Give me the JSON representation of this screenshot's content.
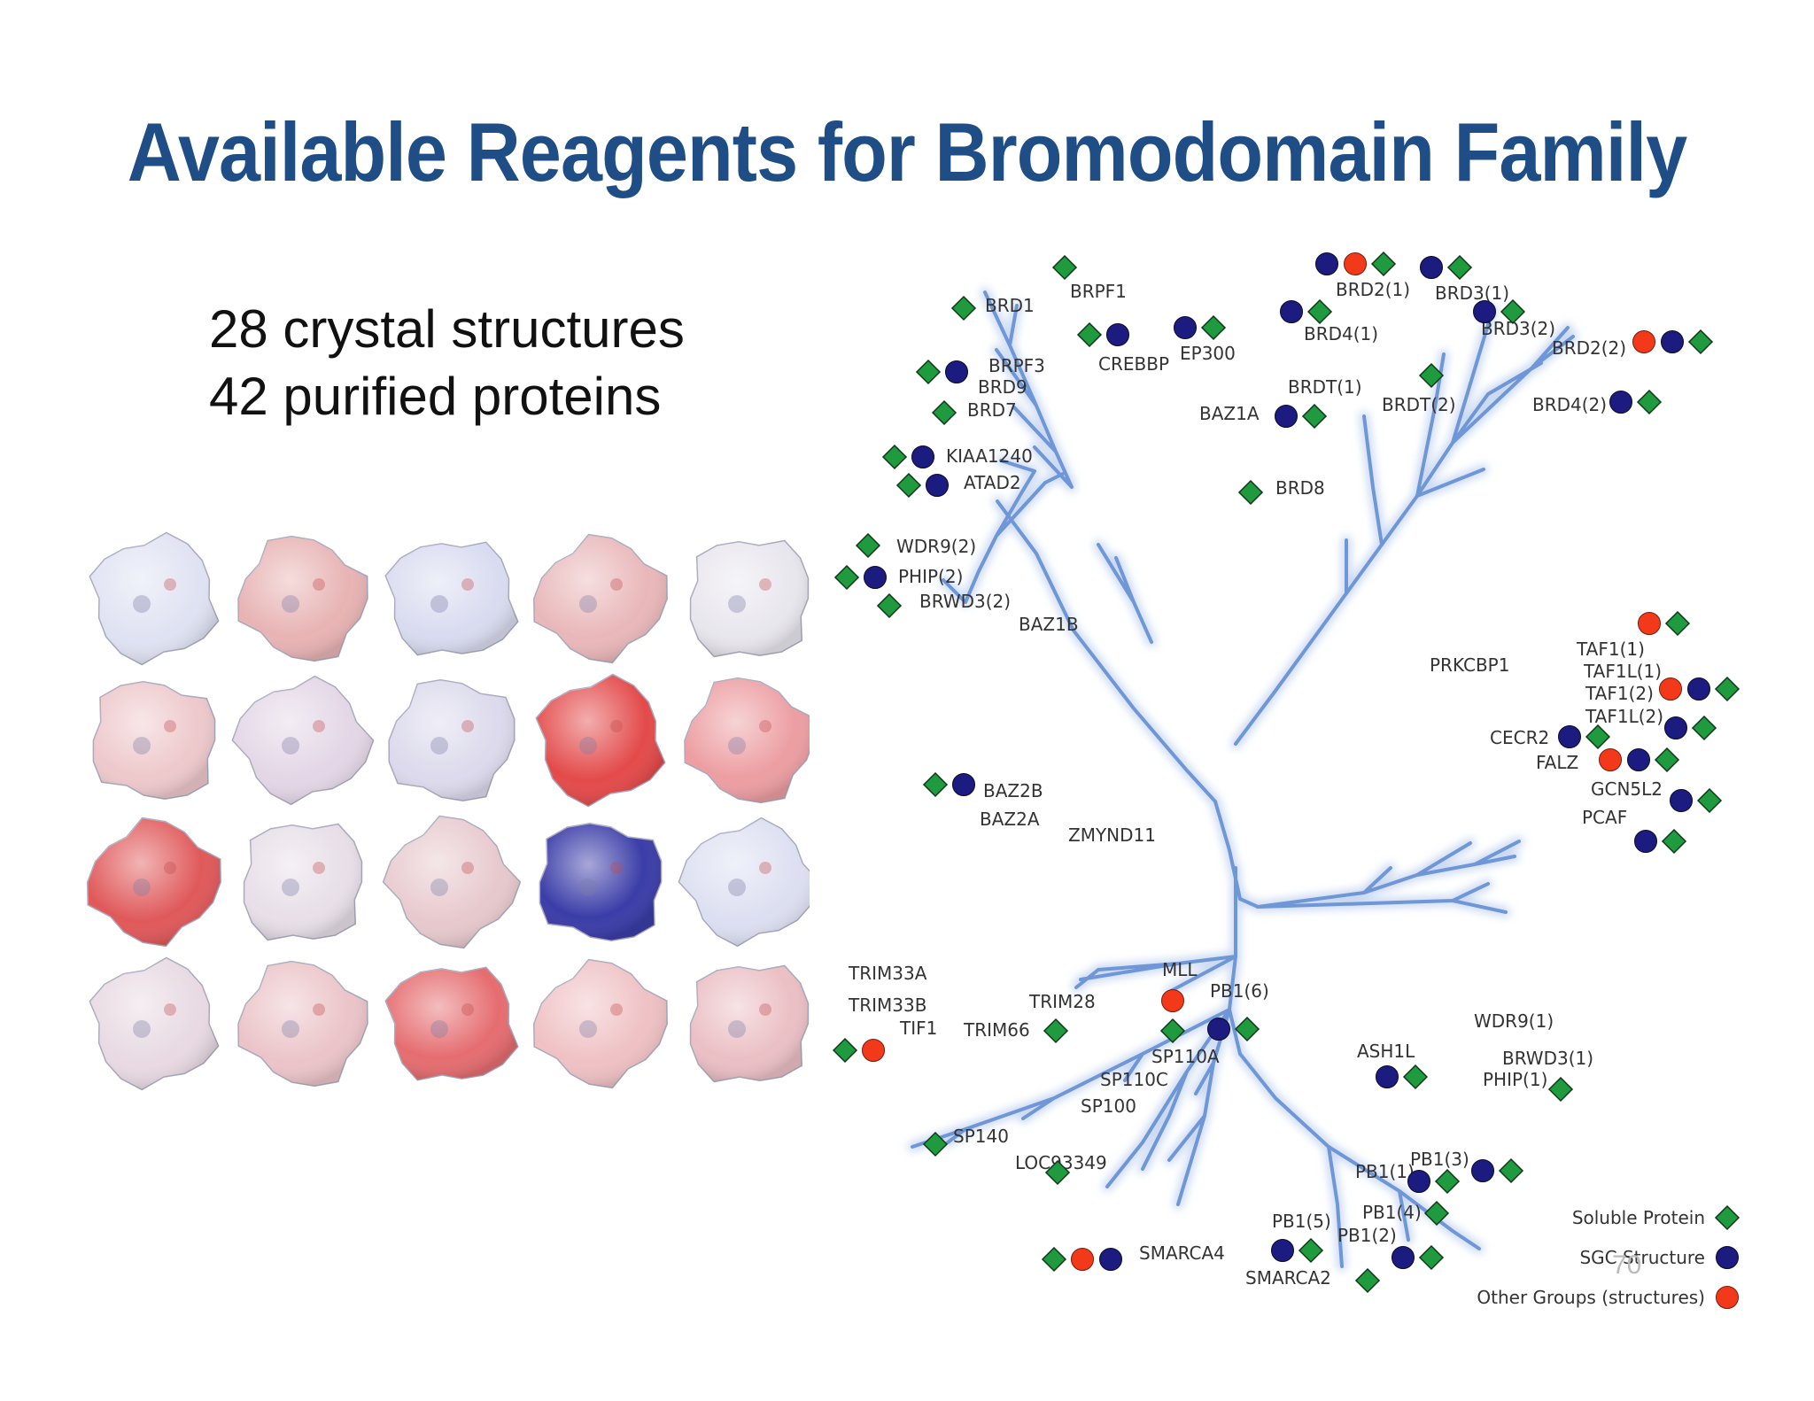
{
  "title": "Available Reagents for Bromodomain Family",
  "stats": [
    "28 crystal structures",
    "42 purified proteins"
  ],
  "page_number": "70",
  "colors": {
    "soluble": "#1f9a3e",
    "sgc": "#1c1c80",
    "other": "#f23a1a",
    "branch": "#6f96d6",
    "title": "#1f4d86"
  },
  "legend": [
    {
      "label": "Soluble Protein",
      "marker": "diamond"
    },
    {
      "label": "SGC Structure",
      "marker": "circle"
    },
    {
      "label": "Other Groups (structures)",
      "marker": "other"
    }
  ],
  "tree_labels": [
    "BRPF1",
    "BRD1",
    "CREBBP",
    "EP300",
    "BRPF3",
    "BRD9",
    "BRD7",
    "BAZ1A",
    "KIAA1240",
    "ATAD2",
    "BRD8",
    "BRD2(1)",
    "BRD3(1)",
    "BRD4(1)",
    "BRD3(2)",
    "BRD2(2)",
    "BRDT(1)",
    "BRDT(2)",
    "BRD4(2)",
    "WDR9(2)",
    "PHIP(2)",
    "BRWD3(2)",
    "BAZ1B",
    "PRKCBP1",
    "TAF1(1)",
    "TAF1L(1)",
    "TAF1(2)",
    "TAF1L(2)",
    "CECR2",
    "FALZ",
    "GCN5L2",
    "PCAF",
    "BAZ2B",
    "BAZ2A",
    "ZMYND11",
    "TRIM33A",
    "TRIM33B",
    "TIF1",
    "TRIM66",
    "TRIM28",
    "MLL",
    "PB1(6)",
    "SP110A",
    "SP110C",
    "SP100",
    "SP140",
    "LOC93349",
    "WDR9(1)",
    "BRWD3(1)",
    "PHIP(1)",
    "ASH1L",
    "PB1(3)",
    "PB1(1)",
    "PB1(4)",
    "PB1(5)",
    "PB1(2)",
    "SMARCA4",
    "SMARCA2"
  ],
  "markers": {
    "BRPF1": [
      "diamond"
    ],
    "BRD1": [
      "diamond"
    ],
    "CREBBP": [
      "diamond",
      "circle"
    ],
    "EP300": [
      "circle",
      "diamond"
    ],
    "BRPF3": [
      "diamond",
      "circle"
    ],
    "BRD7": [
      "diamond"
    ],
    "KIAA1240": [
      "diamond",
      "circle"
    ],
    "ATAD2": [
      "diamond",
      "circle"
    ],
    "BRD8": [
      "diamond"
    ],
    "BRD2(1)": [
      "circle",
      "other",
      "diamond"
    ],
    "BRD3(1)": [
      "circle",
      "diamond"
    ],
    "BRD4(1)": [
      "circle",
      "diamond"
    ],
    "BRD3(2)": [
      "circle",
      "diamond"
    ],
    "BRD2(2)": [
      "other",
      "circle",
      "diamond"
    ],
    "BRDT(1)": [
      "circle",
      "diamond"
    ],
    "BRDT(2)": [
      "diamond"
    ],
    "BRD4(2)": [
      "circle",
      "diamond"
    ],
    "WDR9(2)": [
      "diamond"
    ],
    "PHIP(2)": [
      "diamond",
      "circle"
    ],
    "BRWD3(2)": [
      "diamond"
    ],
    "TAF1(1)": [
      "other",
      "diamond"
    ],
    "TAF1(2)": [
      "other",
      "circle",
      "diamond"
    ],
    "TAF1L(2)": [
      "circle",
      "diamond"
    ],
    "CECR2": [
      "circle",
      "diamond"
    ],
    "FALZ": [
      "other",
      "circle",
      "diamond"
    ],
    "GCN5L2": [
      "circle",
      "diamond"
    ],
    "PCAF": [
      "circle",
      "diamond"
    ],
    "BAZ2B": [
      "diamond",
      "circle"
    ],
    "TIF1": [
      "diamond",
      "other"
    ],
    "TRIM28": [
      "diamond"
    ],
    "MLL": [
      "other"
    ],
    "PB1(6)": [
      "circle",
      "diamond"
    ],
    "SP110A": [
      "diamond"
    ],
    "SP140": [
      "diamond"
    ],
    "LOC93349": [
      "diamond"
    ],
    "PHIP(1)": [
      "diamond"
    ],
    "ASH1L": [
      "circle",
      "diamond"
    ],
    "PB1(3)": [
      "circle",
      "diamond"
    ],
    "PB1(1)": [
      "circle",
      "diamond"
    ],
    "PB1(4)": [
      "diamond"
    ],
    "PB1(5)": [
      "circle",
      "diamond"
    ],
    "PB1(2)": [
      "circle",
      "diamond"
    ],
    "SMARCA4": [
      "diamond",
      "other",
      "circle"
    ],
    "SMARCA2": [
      "diamond"
    ]
  },
  "structures": [
    [
      "#dfe2f2",
      "#e8b3b3",
      "#d9dcf0",
      "#e9b7b9",
      "#e9e7ee"
    ],
    [
      "#eec9cc",
      "#e3d6e6",
      "#dcdaec",
      "#e34a4a",
      "#ec9ea2"
    ],
    [
      "#e0595a",
      "#e8dfe8",
      "#e7c9cd",
      "#3b3da8",
      "#dcdff1"
    ],
    [
      "#e8d9e2",
      "#ebc4c8",
      "#e56d70",
      "#efc1c4",
      "#ebc0c5"
    ]
  ]
}
